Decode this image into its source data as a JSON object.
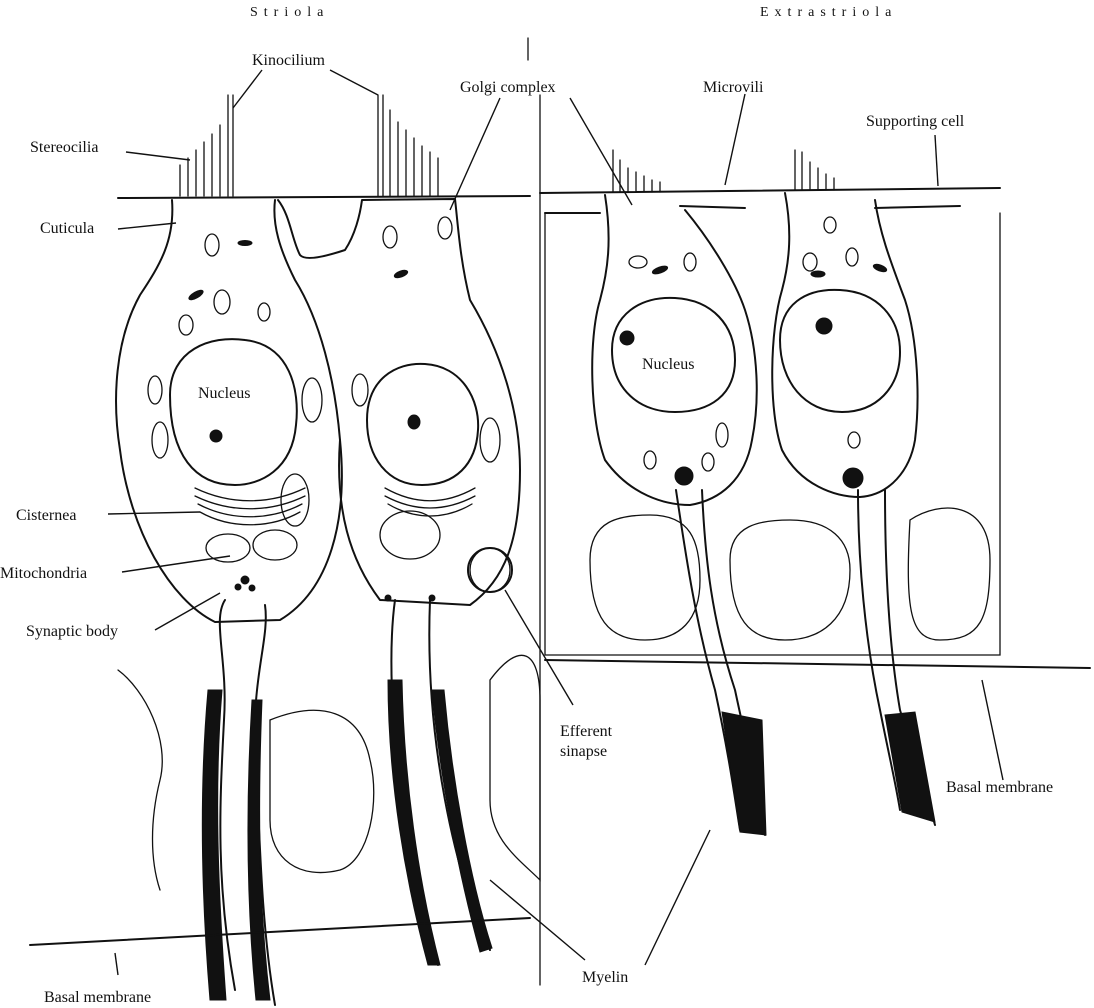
{
  "headers": {
    "striola": "Striola",
    "extrastriola": "Extrastriola"
  },
  "labels": {
    "kinocilium": "Kinocilium",
    "stereocilia": "Stereocilia",
    "cuticula": "Cuticula",
    "cisternea": "Cisternea",
    "mitochondria": "Mitochondria",
    "synaptic_body": "Synaptic body",
    "basal_membrane_left": "Basal membrane",
    "golgi_complex": "Golgi complex",
    "nucleus_left": "Nucleus",
    "efferent_synapse": [
      "Efferent",
      "sinapse"
    ],
    "myelin": "Myelin",
    "microvilli": "Microvili",
    "supporting_cell": "Supporting cell",
    "nucleus_right": "Nucleus",
    "basal_membrane_right": "Basal membrane"
  }
}
